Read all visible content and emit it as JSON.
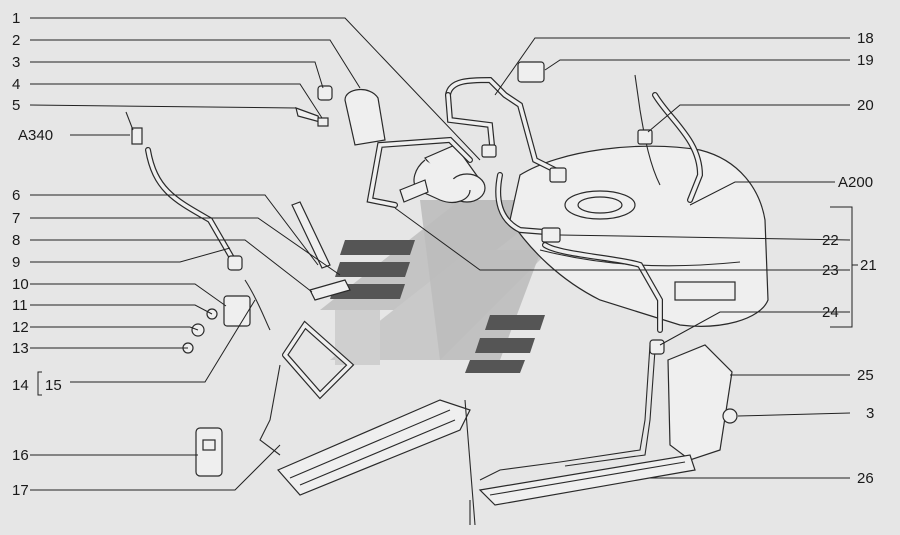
{
  "callouts": {
    "left": [
      "1",
      "2",
      "3",
      "4",
      "5",
      "A340",
      "6",
      "7",
      "8",
      "9",
      "10",
      "11",
      "12",
      "13",
      "14",
      "15",
      "16",
      "17"
    ],
    "right": [
      "18",
      "19",
      "20",
      "A200",
      "22",
      "23",
      "21",
      "24",
      "25",
      "3",
      "26"
    ]
  },
  "colors": {
    "background": "#e6e6e6",
    "ink": "#1a1a1a",
    "watermark": "#b4b4b4",
    "stripes": "#555555"
  }
}
